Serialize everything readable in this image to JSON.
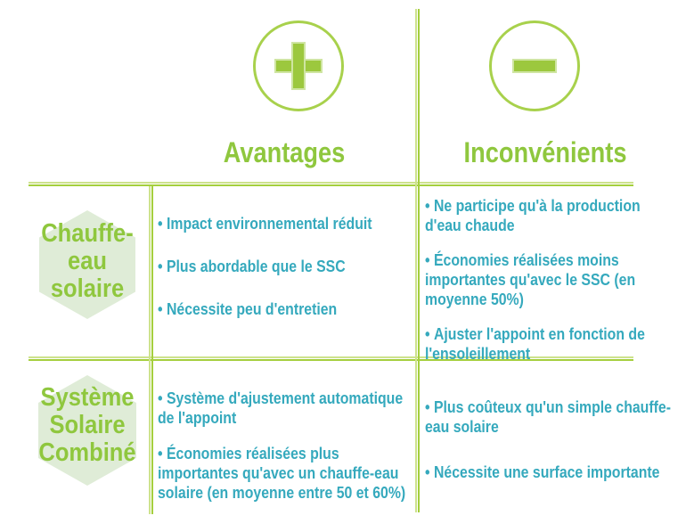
{
  "colors": {
    "green_text": "#8FC73E",
    "teal_text": "#35A9BD",
    "line_pale": "#CDE28D",
    "line_strong": "#A5CF3D",
    "hexagon_fill": "#DFECD7"
  },
  "header": {
    "advantages_label": "Avantages",
    "disadvantages_label": "Inconvénients"
  },
  "rows": [
    {
      "label": "Chauffe-\neau\nsolaire",
      "advantages": [
        "Impact environnemental réduit",
        "Plus abordable que le SSC",
        "Nécessite peu d'entretien"
      ],
      "disadvantages": [
        "Ne participe qu'à la production d'eau chaude",
        "Économies réalisées moins importantes qu'avec le SSC (en moyenne 50%)",
        "Ajuster l'appoint en fonction de l'ensoleillement"
      ]
    },
    {
      "label": "Système\nSolaire\nCombiné",
      "advantages": [
        "Système d'ajustement automatique de l'appoint",
        "Économies réalisées plus importantes qu'avec un chauffe-eau solaire (en moyenne entre 50 et 60%)"
      ],
      "disadvantages": [
        "Plus coûteux qu'un simple chauffe-eau solaire",
        "Nécessite une surface importante"
      ]
    }
  ]
}
